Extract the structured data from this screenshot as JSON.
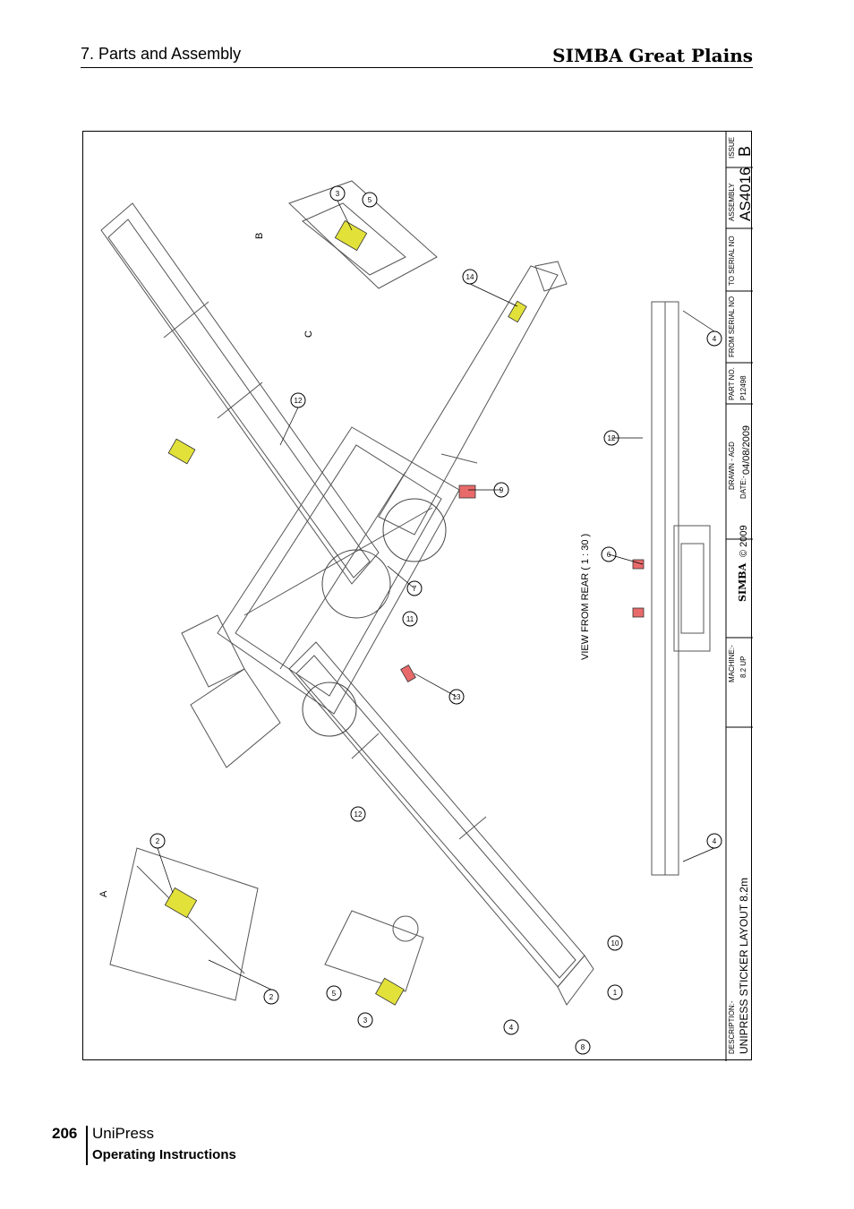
{
  "header": {
    "section": "7. Parts and Assembly",
    "brand": "SIMBA Great Plains"
  },
  "drawing": {
    "view_label": "VIEW FROM REAR ( 1 : 30 )",
    "detail_labels": {
      "a": "A",
      "b": "B",
      "c": "C"
    },
    "callouts": [
      "1",
      "2",
      "2",
      "3",
      "3",
      "4",
      "4",
      "4",
      "5",
      "5",
      "6",
      "7",
      "8",
      "9",
      "10",
      "11",
      "12",
      "12",
      "12",
      "13",
      "14"
    ],
    "title_block": {
      "description_label": "DESCRIPTION:-",
      "description": "UNIPRESS STICKER LAYOUT 8.2m",
      "machine_label": "MACHINE:-",
      "machine": "8.2 UP",
      "logo_text": "SIMBA",
      "copyright": "© 2009",
      "drawn_label": "DRAWN - AGD",
      "date_label": "DATE:-",
      "date": "04/08/2009",
      "part_no_label": "PART NO.",
      "part_no": "P12498",
      "from_serial_label": "FROM SERIAL NO",
      "to_serial_label": "TO SERIAL NO",
      "assembly_label": "ASSEMBLY",
      "assembly": "AS4016",
      "issue_label": "ISSUE",
      "issue": "B"
    }
  },
  "footer": {
    "page_number": "206",
    "product": "UniPress",
    "subtitle": "Operating Instructions"
  },
  "colors": {
    "sticker_yellow": "#e2e13a",
    "sticker_red": "#e86a6a",
    "line": "#333333"
  }
}
